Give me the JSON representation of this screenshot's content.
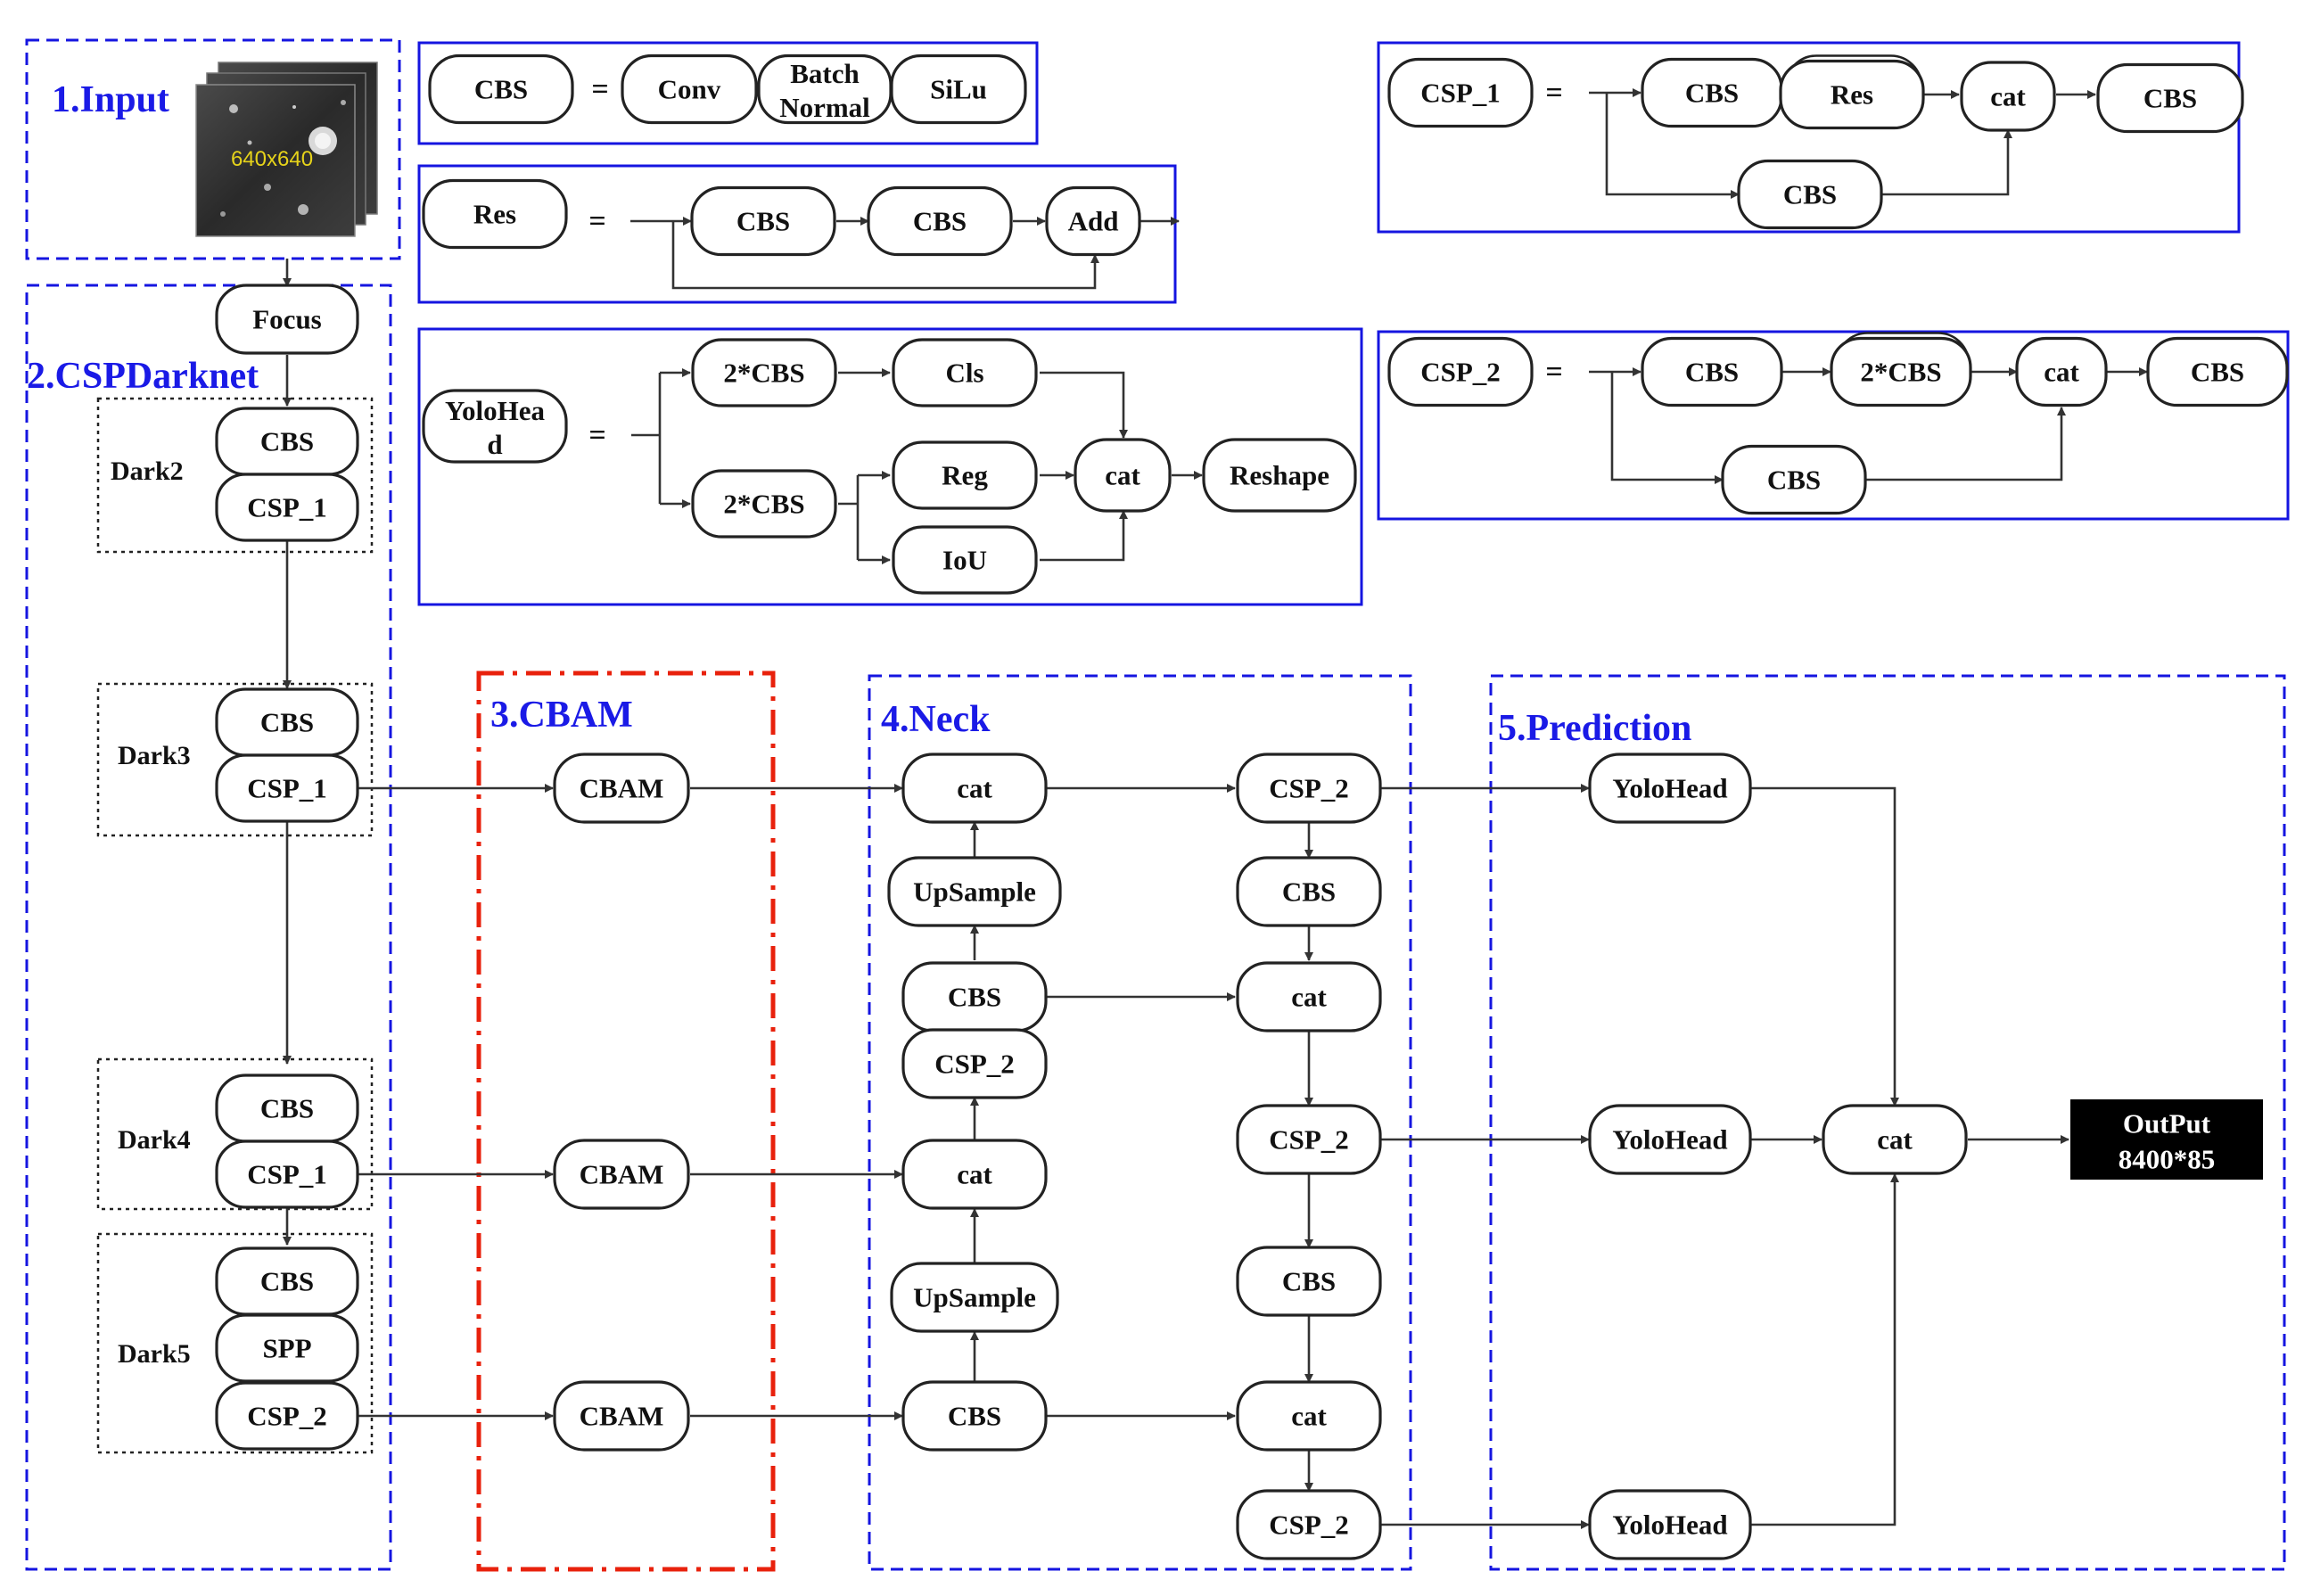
{
  "legend": {
    "cbs_def": {
      "lhs": "CBS",
      "eq": "=",
      "parts": [
        "Conv",
        "Batch Normal",
        "SiLu"
      ]
    },
    "res_def": {
      "lhs": "Res",
      "eq": "=",
      "parts": [
        "CBS",
        "CBS",
        "Add"
      ]
    },
    "yolohead_def": {
      "lhs": "YoloHead",
      "eq": "=",
      "parts": [
        "2*CBS",
        "Cls",
        "2*CBS",
        "Reg",
        "IoU",
        "cat",
        "Reshape"
      ]
    },
    "csp1_def": {
      "lhs": "CSP_1",
      "eq": "=",
      "parts": [
        "CBS",
        "Res",
        "cat",
        "CBS",
        "CBS"
      ]
    },
    "csp2_def": {
      "lhs": "CSP_2",
      "eq": "=",
      "parts": [
        "CBS",
        "2*CBS",
        "cat",
        "CBS",
        "CBS"
      ]
    }
  },
  "sections": {
    "input": {
      "title": "1.Input",
      "image_caption": "640x640"
    },
    "backbone": {
      "title": "2.CSPDarknet",
      "focus": "Focus",
      "stages": [
        {
          "name": "Dark2",
          "blocks": [
            "CBS",
            "CSP_1"
          ]
        },
        {
          "name": "Dark3",
          "blocks": [
            "CBS",
            "CSP_1"
          ]
        },
        {
          "name": "Dark4",
          "blocks": [
            "CBS",
            "CSP_1"
          ]
        },
        {
          "name": "Dark5",
          "blocks": [
            "CBS",
            "SPP",
            "CSP_2"
          ]
        }
      ]
    },
    "cbam": {
      "title": "3.CBAM",
      "blocks": [
        "CBAM",
        "CBAM",
        "CBAM"
      ]
    },
    "neck": {
      "title": "4.Neck",
      "col1": [
        "cat",
        "UpSample",
        "CBS",
        "CSP_2",
        "cat",
        "UpSample",
        "CBS"
      ],
      "col2": [
        "CSP_2",
        "CBS",
        "cat",
        "CSP_2",
        "CBS",
        "cat",
        "CSP_2"
      ]
    },
    "prediction": {
      "title": "5.Prediction",
      "heads": [
        "YoloHead",
        "YoloHead",
        "YoloHead"
      ],
      "merge": "cat",
      "output": {
        "line1": "OutPut",
        "line2": "8400*85"
      }
    }
  },
  "colors": {
    "frame_blue": "#1515e0",
    "title_blue": "#1a1ae6",
    "cbam_red": "#e8210c",
    "output_bg": "#000000",
    "node_stroke": "#222222"
  }
}
